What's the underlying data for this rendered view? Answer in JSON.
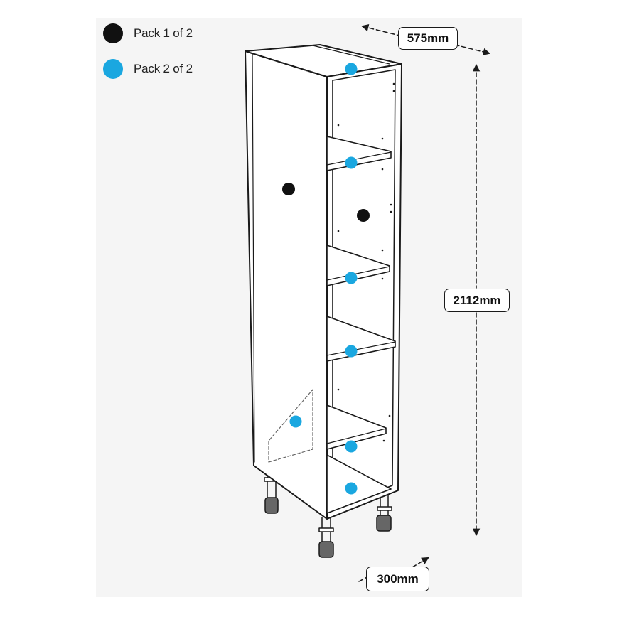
{
  "legend": {
    "items": [
      {
        "label": "Pack 1 of 2",
        "color": "#111111"
      },
      {
        "label": "Pack 2 of 2",
        "color": "#1aa7e0"
      }
    ]
  },
  "dimensions": {
    "depth": "575mm",
    "height": "2112mm",
    "width": "300mm"
  },
  "colors": {
    "line": "#1a1a1a",
    "pack1": "#111111",
    "pack2": "#1aa7e0"
  }
}
